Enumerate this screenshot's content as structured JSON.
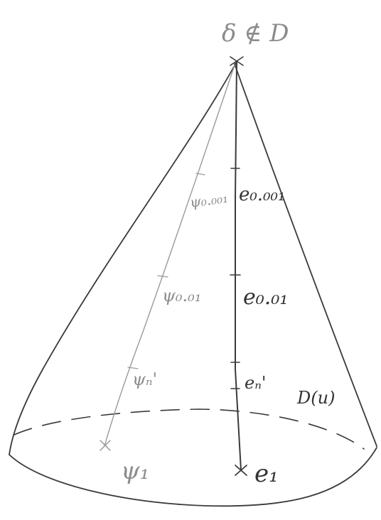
{
  "apex": {
    "label": "δ ∉ D"
  },
  "surface": {
    "label": "D(u)"
  },
  "dark_chain": [
    {
      "label": "e₁"
    },
    {
      "label": "eₙ'"
    },
    {
      "label": "e₀.₀₁"
    },
    {
      "label": "e₀.₀₀₁"
    }
  ],
  "pale_chain": [
    {
      "label": "ψ₁"
    },
    {
      "label": "ψₙ'"
    },
    {
      "label": "ψ₀.₀₁"
    },
    {
      "label": "ψ₀.₀₀₁"
    }
  ],
  "colors": {
    "dark_ink": "#3a3a3a",
    "pale_ink": "#9a9a9a"
  }
}
